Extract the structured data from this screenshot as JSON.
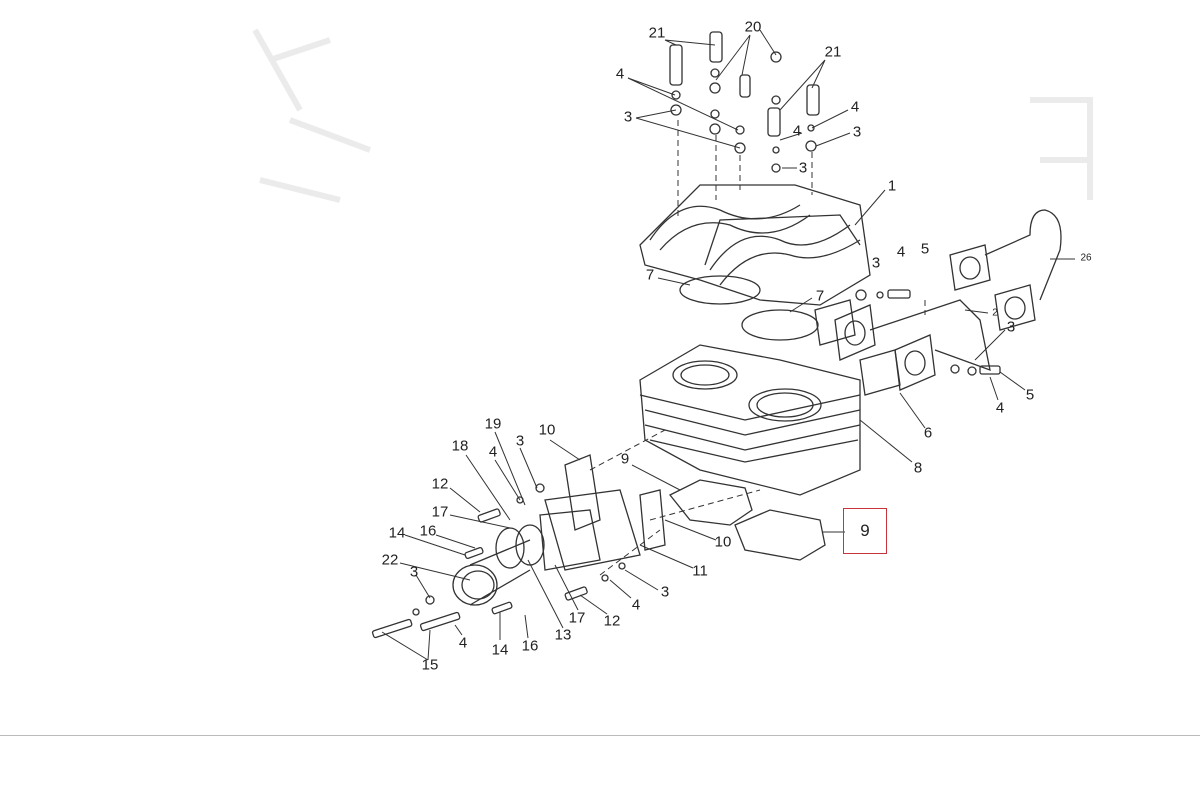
{
  "diagram": {
    "labels": [
      "21",
      "20",
      "21",
      "4",
      "3",
      "4",
      "4",
      "3",
      "3",
      "1",
      "7",
      "7",
      "3",
      "4",
      "5",
      "26",
      "2",
      "3",
      "5",
      "4",
      "6",
      "8",
      "10",
      "19",
      "3",
      "18",
      "4",
      "9",
      "12",
      "17",
      "14",
      "16",
      "22",
      "3",
      "10",
      "11",
      "3",
      "4",
      "12",
      "17",
      "13",
      "16",
      "14",
      "4",
      "15"
    ],
    "highlighted_callout": "9",
    "highlight_color": "#c9343c"
  }
}
